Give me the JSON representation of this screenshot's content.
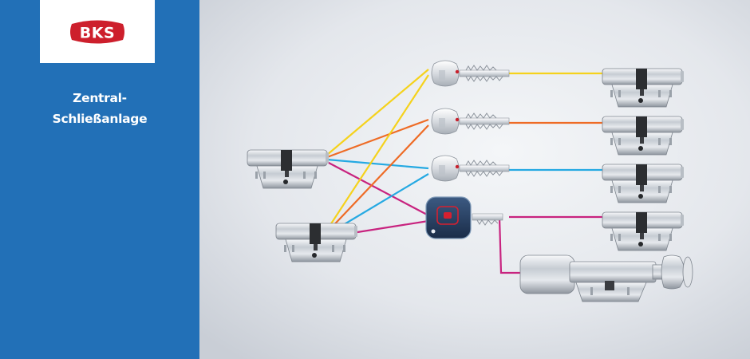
{
  "brand": {
    "logo_text": "BKS",
    "logo_color": "#cd1f2c",
    "sidebar_color": "#2270b7"
  },
  "title": {
    "line1": "Zentral-",
    "line2": "Schließanlage"
  },
  "connection_colors": {
    "yellow": "#f5d21c",
    "orange": "#ee6b25",
    "cyan": "#25a9e2",
    "magenta": "#c8237f"
  },
  "icons": {
    "central_cylinders": [
      "lock-cylinder-icon",
      "lock-cylinder-icon"
    ],
    "keys": [
      "key-icon",
      "key-icon",
      "key-icon"
    ],
    "transponder": "electronic-key-icon",
    "door_cylinders": [
      "lock-cylinder-icon",
      "lock-cylinder-icon",
      "lock-cylinder-icon",
      "lock-cylinder-icon"
    ],
    "knob_cylinder": "knob-cylinder-icon"
  }
}
